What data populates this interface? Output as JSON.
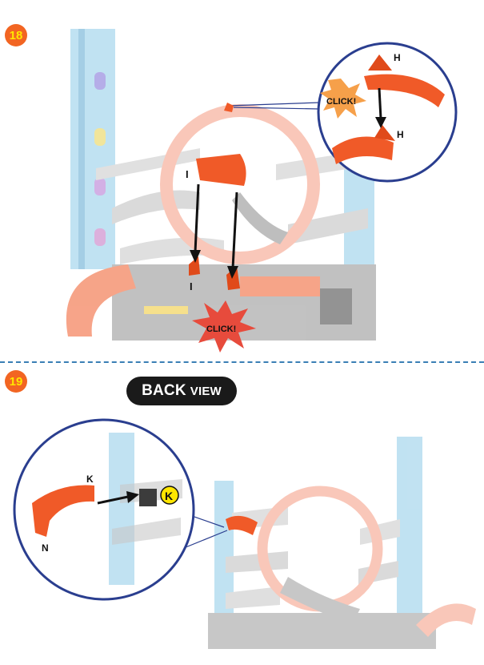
{
  "steps": [
    {
      "number": "18",
      "labels": {
        "inset_top": "H",
        "inset_bottom": "H",
        "inset_click": "CLICK!",
        "piece_top": "I",
        "piece_bottom": "I",
        "main_click": "CLICK!"
      }
    },
    {
      "number": "19",
      "title_main": "BACK",
      "title_small": "VIEW",
      "labels": {
        "piece_k": "K",
        "piece_n": "N",
        "slot_k": "K"
      }
    }
  ],
  "colors": {
    "badge_bg": "#f26522",
    "badge_text": "#ffe600",
    "track_orange": "#f05a28",
    "tower_blue": "#8ecbe8",
    "divider": "#3a7fb5"
  }
}
